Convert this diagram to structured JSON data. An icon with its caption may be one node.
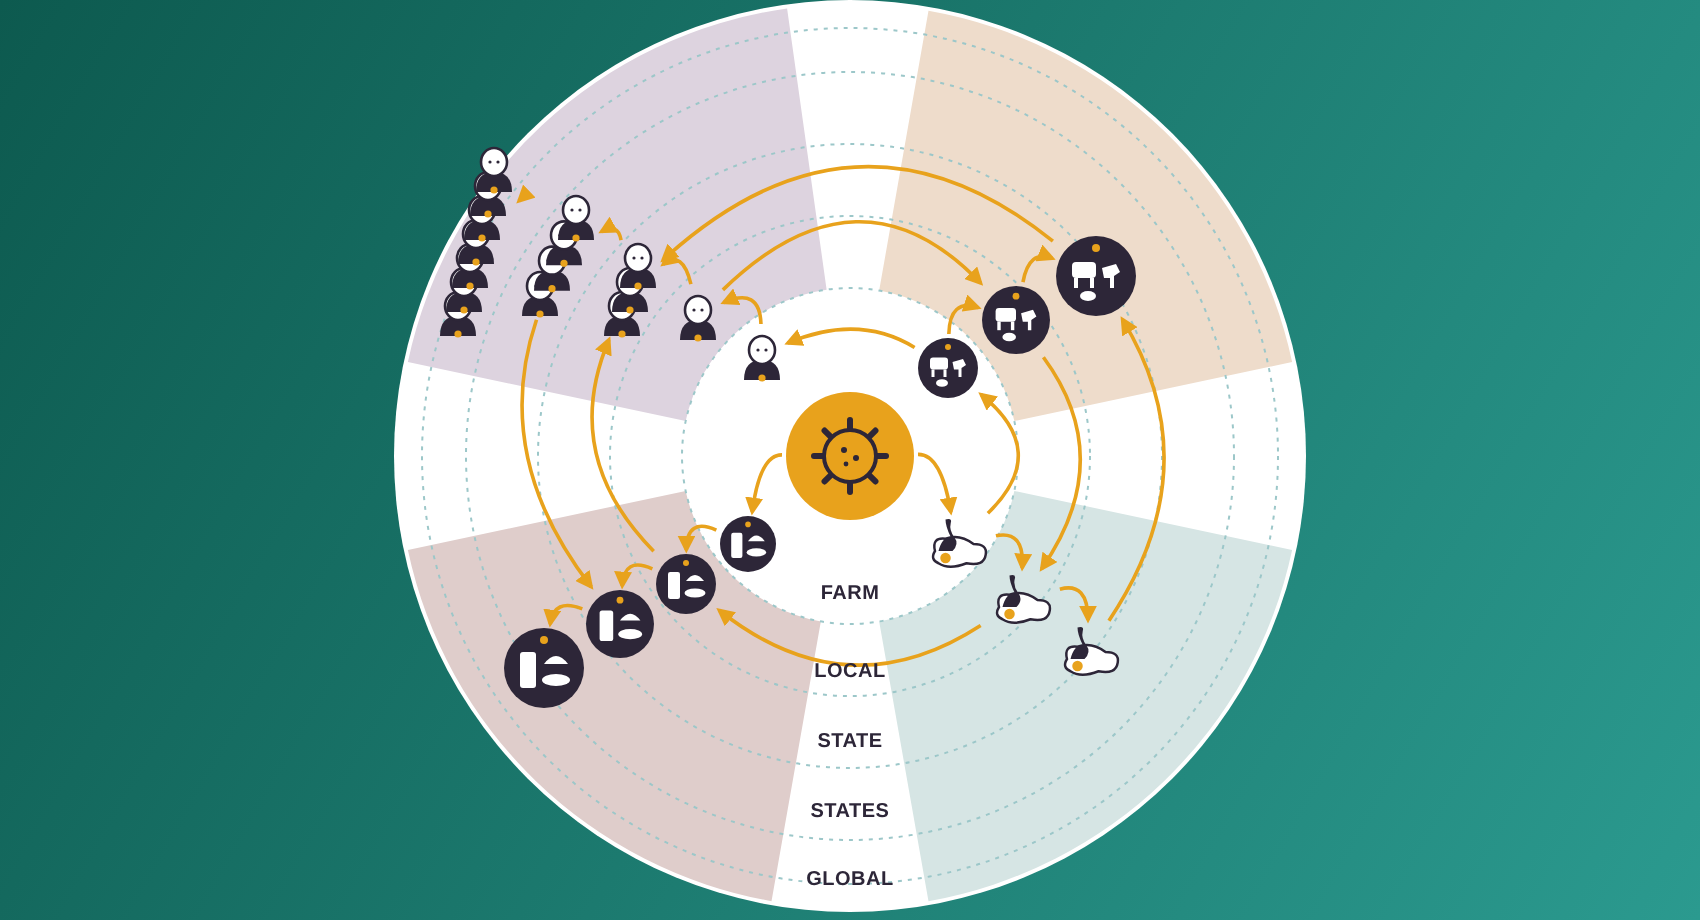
{
  "diagram": {
    "nodes": [
      {
        "text": [],
        "shape": "picture"
      },
      {
        "text": [],
        "shape": "person"
      },
      {
        "text": [],
        "shape": "person"
      },
      {
        "text": [],
        "shape": "person"
      },
      {
        "text": [],
        "shape": "person"
      },
      {
        "text": [],
        "shape": "person"
      },
      {
        "text": [],
        "shape": "picture"
      },
      {
        "text": [],
        "shape": "picture"
      },
      {
        "text": [],
        "shape": "picture"
      },
      {
        "text": [],
        "shape": "picture"
      },
      {
        "text": [],
        "shape": "picture"
      },
      {
        "text": [],
        "shape": "picture"
      },
      {
        "text": [],
        "shape": "picture"
      },
      {
        "text": [],
        "shape": "picture"
      },
      {
        "text": [],
        "shape": "picture"
      },
      {
        "text": [],
        "shape": "picture"
      }
    ],
    "edges": [
      {
        "from": 0,
        "to": 13,
        "arrow": "to"
      },
      {
        "from": 0,
        "to": 9,
        "arrow": "to"
      },
      {
        "from": 13,
        "to": 6,
        "arrow": "to"
      },
      {
        "from": 6,
        "to": 1,
        "arrow": "to"
      },
      {
        "from": 1,
        "to": 2,
        "arrow": "to"
      },
      {
        "from": 2,
        "to": 3,
        "arrow": "to"
      },
      {
        "from": 3,
        "to": 4,
        "arrow": "to"
      },
      {
        "from": 4,
        "to": 5,
        "arrow": "to"
      },
      {
        "from": 6,
        "to": 7,
        "arrow": "to"
      },
      {
        "from": 7,
        "to": 8,
        "arrow": "to"
      },
      {
        "from": 9,
        "to": 10,
        "arrow": "to"
      },
      {
        "from": 10,
        "to": 11,
        "arrow": "to"
      },
      {
        "from": 11,
        "to": 12,
        "arrow": "to"
      },
      {
        "from": 13,
        "to": 14,
        "arrow": "to"
      },
      {
        "from": 14,
        "to": 15,
        "arrow": "to"
      },
      {
        "from": 2,
        "to": 7,
        "arrow": "to"
      },
      {
        "from": 8,
        "to": 3,
        "arrow": "to"
      },
      {
        "from": 10,
        "to": 3,
        "arrow": "to"
      },
      {
        "from": 4,
        "to": 11,
        "arrow": "to"
      },
      {
        "from": 7,
        "to": 14,
        "arrow": "to"
      },
      {
        "from": 15,
        "to": 8,
        "arrow": "to"
      },
      {
        "from": 14,
        "to": 10,
        "arrow": "to"
      }
    ],
    "labels": [
      "FARM",
      "LOCAL",
      "STATE",
      "STATES",
      "GLOBAL"
    ]
  }
}
